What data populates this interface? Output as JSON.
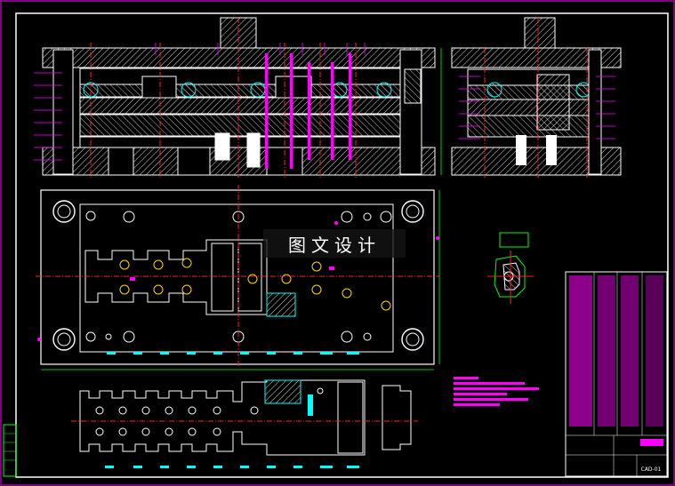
{
  "drawing": {
    "watermark_text": "图文设计",
    "title_block_code": "CAD-01",
    "colors": {
      "background": "#000000",
      "frame": "#ff00ff",
      "outline": "#ffffff",
      "hatch": "#e8e8e8",
      "centerline": "#ff2020",
      "dimension": "#00ffff",
      "highlight": "#ff00ff",
      "detail": "#00ff00"
    },
    "views": [
      "front-section-view",
      "side-section-view",
      "top-plan-view",
      "strip-layout",
      "part-detail",
      "notes",
      "title-block"
    ]
  }
}
